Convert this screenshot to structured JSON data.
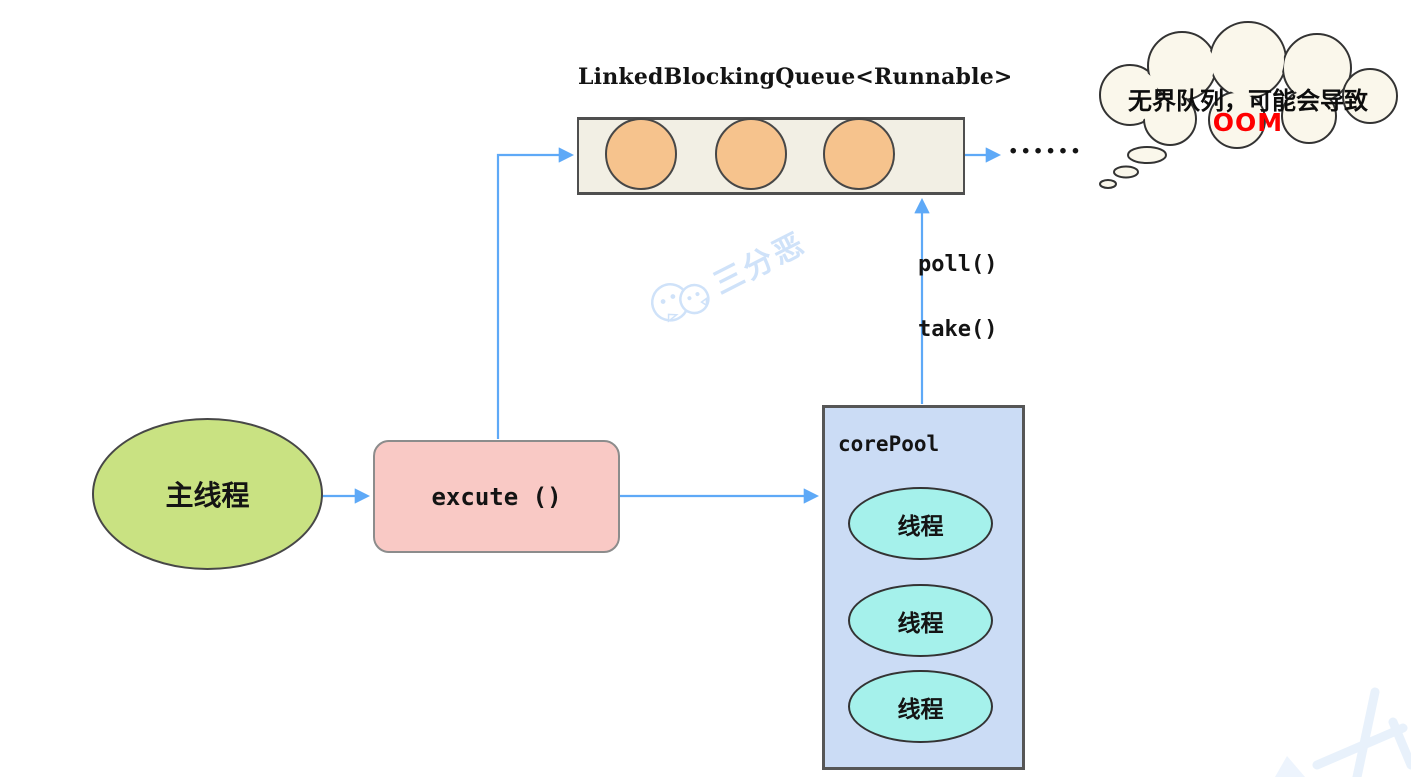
{
  "queue": {
    "title": "LinkedBlockingQueue<Runnable>",
    "overflow_dots": "......",
    "task_count": 3
  },
  "oom_note": {
    "text": "无界队列，可能会导致",
    "highlight": "OOM"
  },
  "pool_to_queue": {
    "poll": "poll()",
    "take": "take()"
  },
  "nodes": {
    "main_thread": "主线程",
    "execute": "excute ()",
    "core_pool": "corePool",
    "threads": [
      "线程",
      "线程",
      "线程"
    ]
  },
  "watermark": {
    "brand": "三分恶"
  },
  "colors": {
    "arrow_blue": "#5ea9f7",
    "main_thread_green": "#c9e282",
    "execute_pink": "#f9c9c5",
    "core_pool_blue": "#cbdcf5",
    "thread_cyan": "#a5f1eb",
    "task_orange": "#f6c38d",
    "queue_beige": "#f2efe4",
    "cloud_cream": "#faf7eb",
    "oom_red": "#ff0000",
    "border_gray": "#4f4f4f",
    "watermark_blue": "#cfe2f9"
  }
}
